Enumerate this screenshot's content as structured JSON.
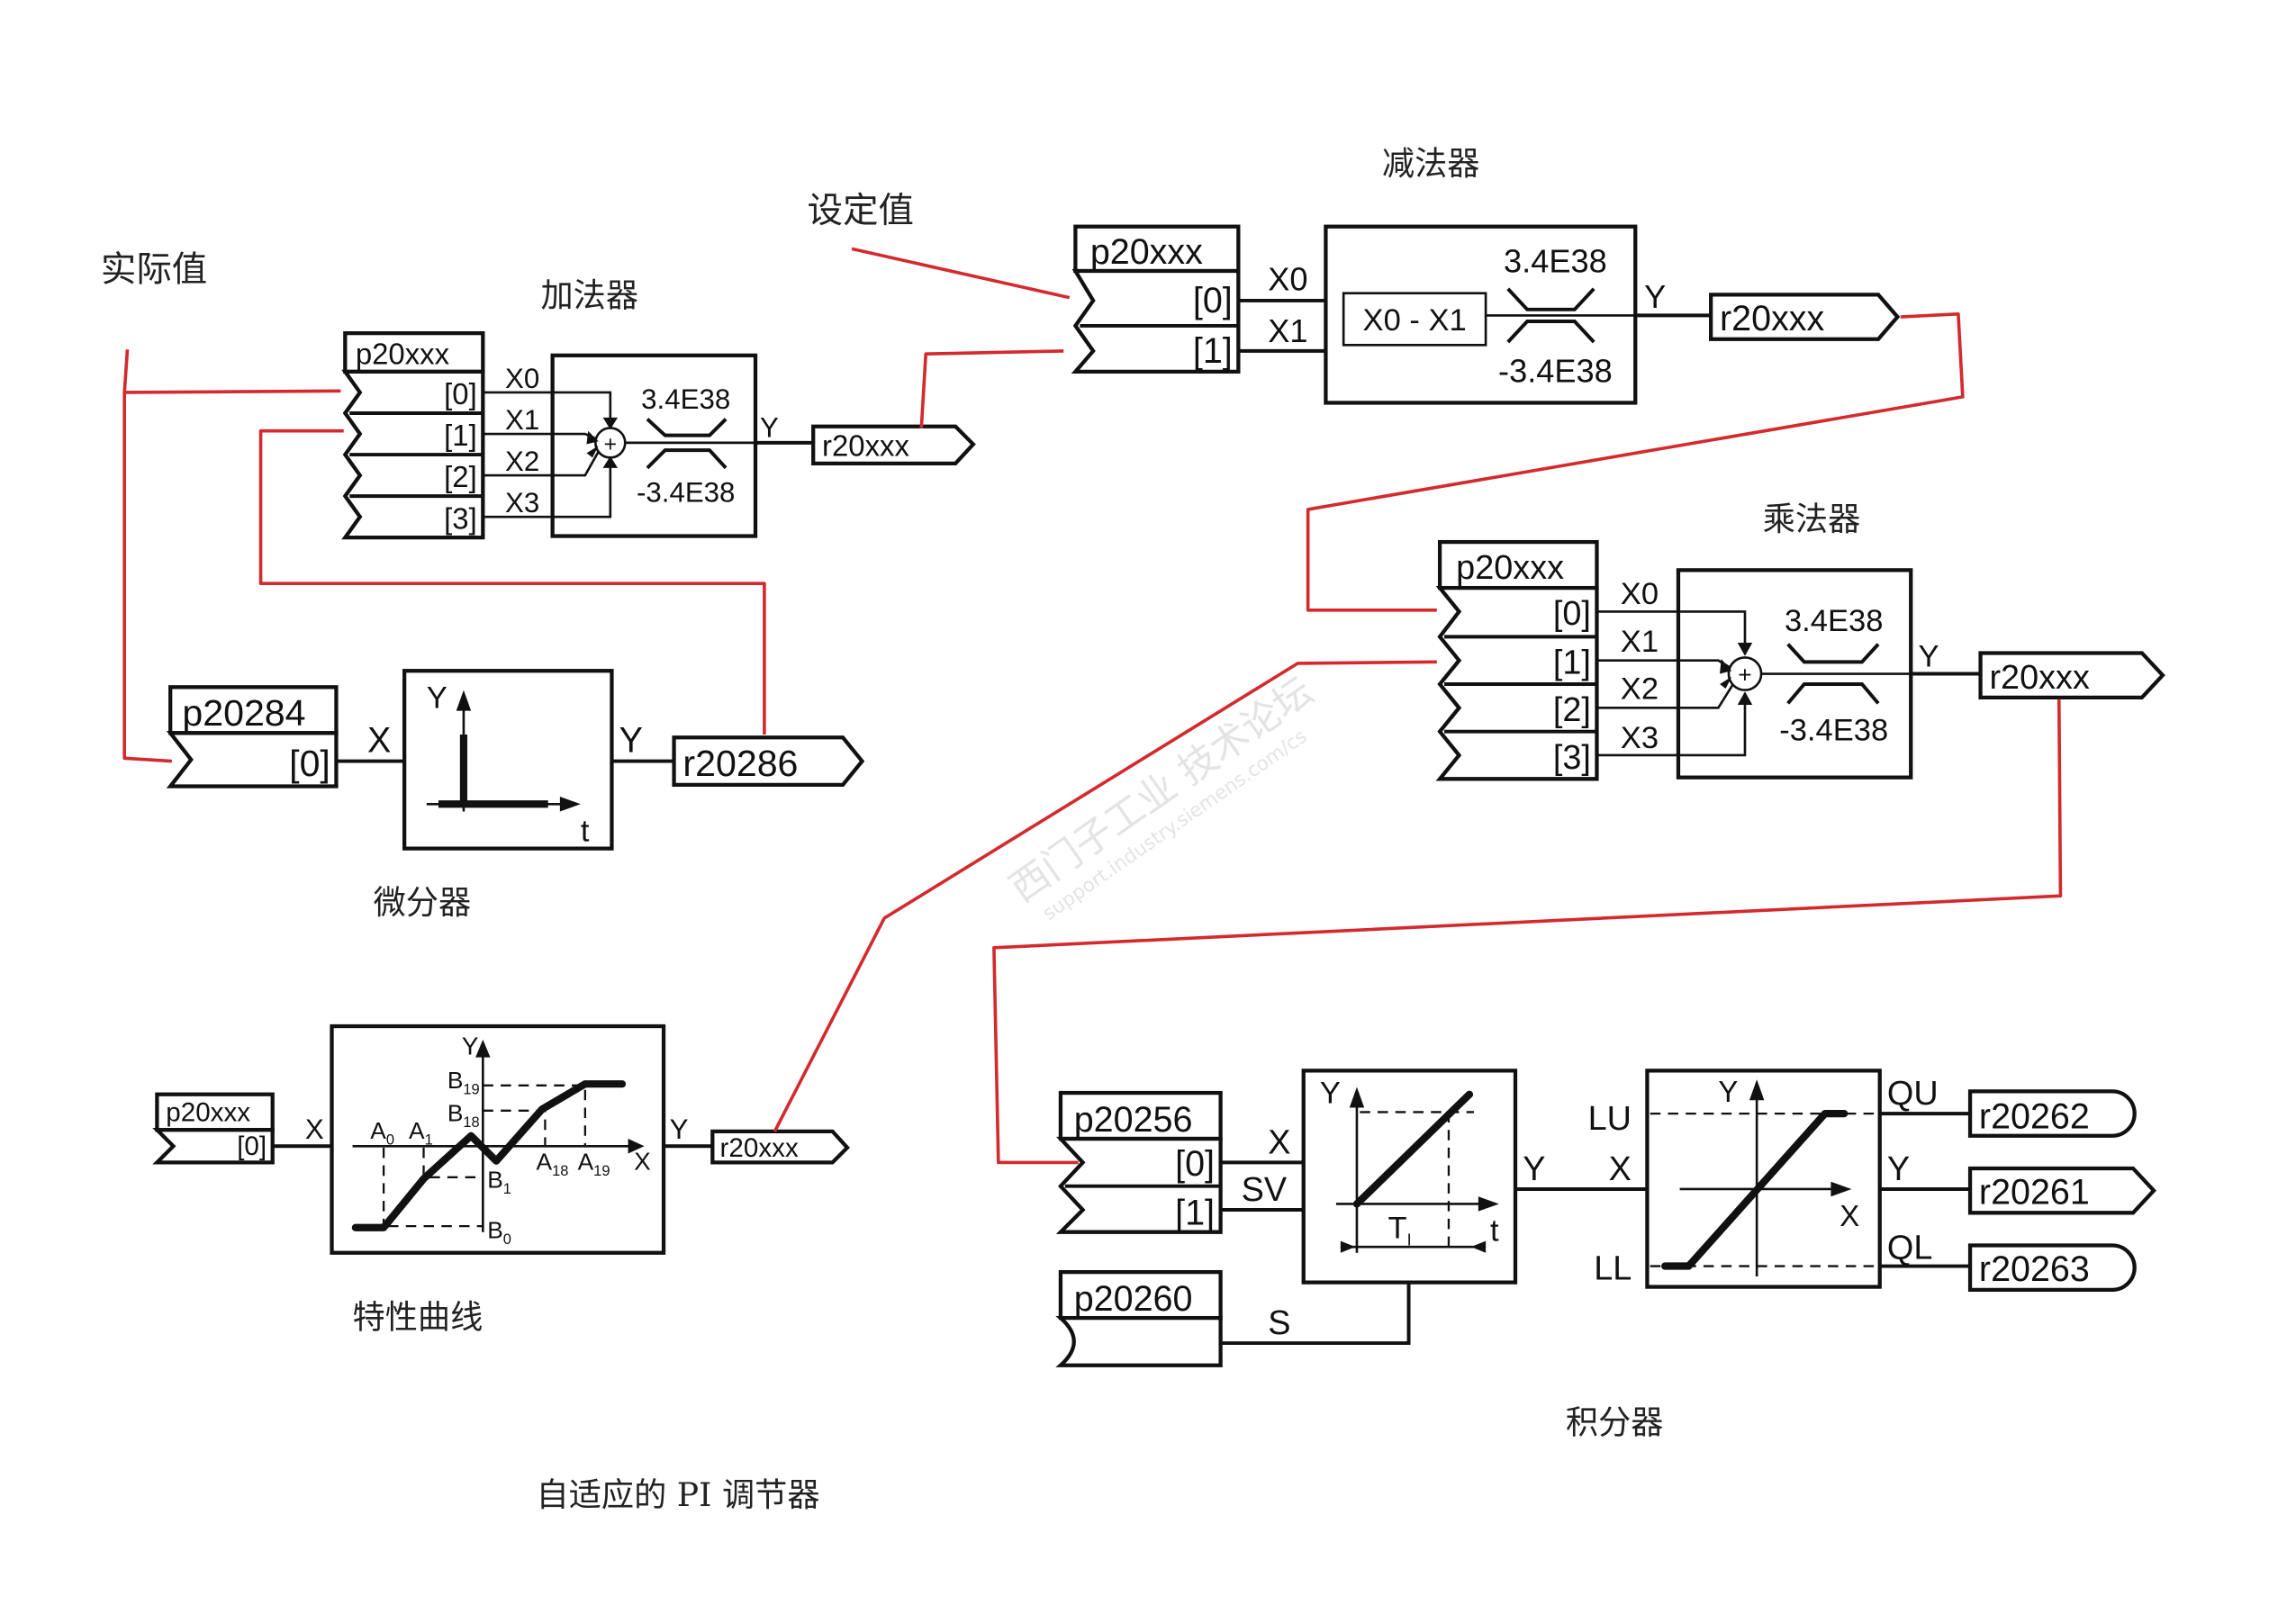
{
  "diagram": {
    "title": "自适应的 PI 调节器",
    "annotations": {
      "actual_value": "实际值",
      "setpoint": "设定值"
    },
    "colors": {
      "signal_wire": "#d42a2e",
      "block": "#111111",
      "background": "#ffffff"
    },
    "watermark": {
      "line1": "西门子工业  技术论坛",
      "line2": "support.industry.siemens.com/cs"
    },
    "adder": {
      "title": "加法器",
      "input_param": "p20xxx",
      "indices": [
        "[0]",
        "[1]",
        "[2]",
        "[3]"
      ],
      "inputs": [
        "X0",
        "X1",
        "X2",
        "X3"
      ],
      "op_symbol": "+",
      "upper_limit": "3.4E38",
      "lower_limit": "-3.4E38",
      "output_label": "Y",
      "output_param": "r20xxx"
    },
    "subtractor": {
      "title": "减法器",
      "input_param": "p20xxx",
      "indices": [
        "[0]",
        "[1]"
      ],
      "inputs": [
        "X0",
        "X1"
      ],
      "expression": "X0 - X1",
      "upper_limit": "3.4E38",
      "lower_limit": "-3.4E38",
      "output_label": "Y",
      "output_param": "r20xxx"
    },
    "multiplier": {
      "title": "乘法器",
      "input_param": "p20xxx",
      "indices": [
        "[0]",
        "[1]",
        "[2]",
        "[3]"
      ],
      "inputs": [
        "X0",
        "X1",
        "X2",
        "X3"
      ],
      "op_symbol": "+",
      "upper_limit": "3.4E38",
      "lower_limit": "-3.4E38",
      "output_label": "Y",
      "output_param": "r20xxx"
    },
    "differentiator": {
      "title": "微分器",
      "input_param": "p20284",
      "index": "[0]",
      "input_label": "X",
      "axis_y": "Y",
      "axis_t": "t",
      "output_label": "Y",
      "output_param": "r20286"
    },
    "characteristic": {
      "title": "特性曲线",
      "input_param": "p20xxx",
      "index": "[0]",
      "input_label": "X",
      "axis_y": "Y",
      "axis_x": "X",
      "points_x": [
        {
          "base": "A",
          "sub": "0"
        },
        {
          "base": "A",
          "sub": "1"
        },
        {
          "base": "A",
          "sub": "18"
        },
        {
          "base": "A",
          "sub": "19"
        }
      ],
      "points_y": [
        {
          "base": "B",
          "sub": "19"
        },
        {
          "base": "B",
          "sub": "18"
        },
        {
          "base": "B",
          "sub": "1"
        },
        {
          "base": "B",
          "sub": "0"
        }
      ],
      "output_label": "Y",
      "output_param": "r20xxx"
    },
    "integrator": {
      "title": "积分器",
      "input_param": "p20256",
      "indices": [
        "[0]",
        "[1]"
      ],
      "inputs": [
        "X",
        "SV"
      ],
      "set_param": "p20260",
      "set_label": "S",
      "axis_y": "Y",
      "axis_t": "t",
      "time_const": {
        "base": "T",
        "sub": "I"
      },
      "output_label": "Y"
    },
    "limiter": {
      "input_label": "X",
      "upper_label": "LU",
      "lower_label": "LL",
      "axis_y": "Y",
      "axis_x": "X",
      "outputs": [
        {
          "label": "QU",
          "param": "r20262"
        },
        {
          "label": "Y",
          "param": "r20261"
        },
        {
          "label": "QL",
          "param": "r20263"
        }
      ]
    }
  }
}
